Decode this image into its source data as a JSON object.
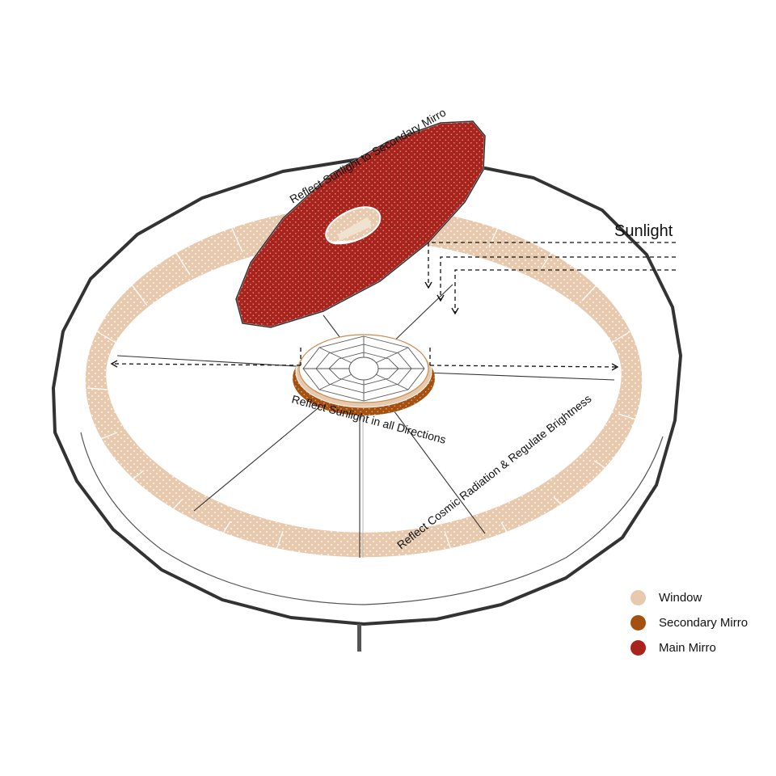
{
  "labels": {
    "sunlight": "Sunlight",
    "main_mirror_caption": "Reflect Sunlight to Secondary Mirro",
    "secondary_mirror_caption": "Reflect Sunlight in all Directions",
    "window_caption": "Reflect Cosmic Radiation & Regulate Brightness"
  },
  "legend": [
    {
      "label": "Window",
      "color": "#e7c9ae"
    },
    {
      "label": "Secondary Mirro",
      "color": "#a5500f"
    },
    {
      "label": "Main Mirro",
      "color": "#a8231b"
    }
  ],
  "colors": {
    "window": "#e7c9ae",
    "secondary_mirror": "#a5500f",
    "main_mirror": "#a8231b",
    "outline": "#333333"
  }
}
